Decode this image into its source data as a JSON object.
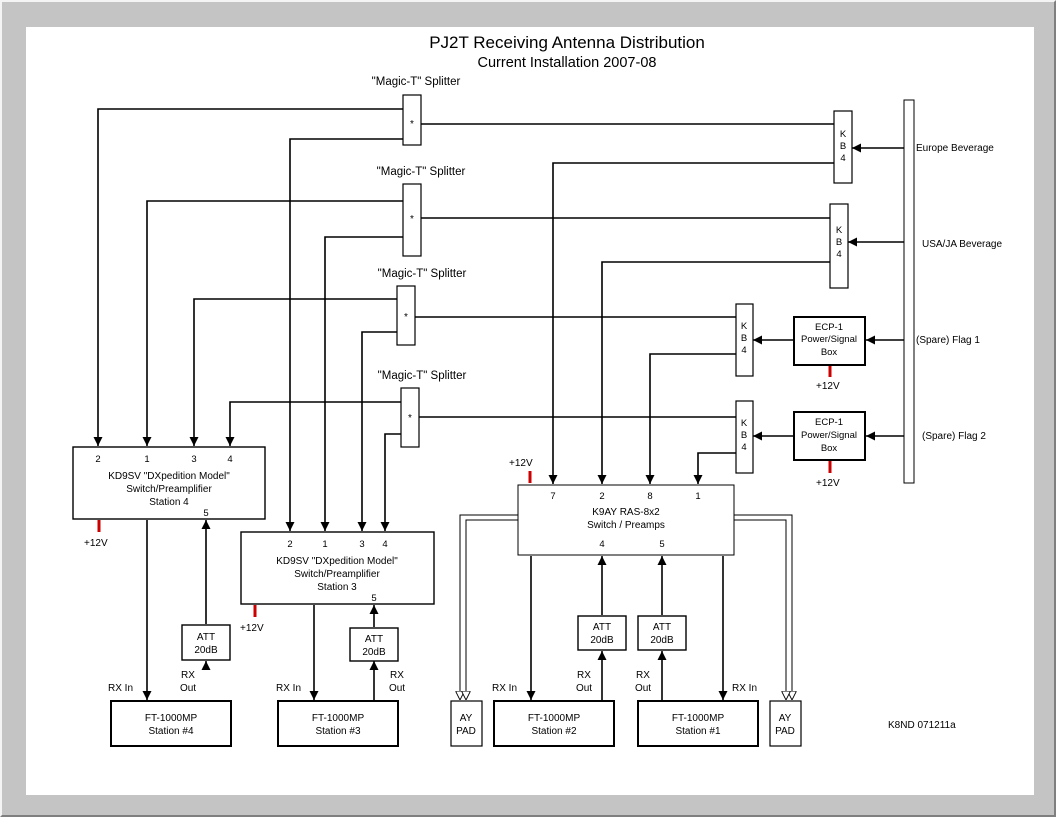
{
  "title": "PJ2T Receiving Antenna Distribution",
  "subtitle": "Current Installation 2007-08",
  "credit": "K8ND 071211a",
  "splitter": {
    "label": "\"Magic-T\" Splitter",
    "mark": "*"
  },
  "kb4": {
    "line1": "K",
    "line2": "B",
    "line3": "4"
  },
  "antennas": {
    "europe": "Europe Beverage",
    "usa_ja": "USA/JA Beverage",
    "flag1": "(Spare) Flag 1",
    "flag2": "(Spare) Flag 2"
  },
  "ecp": {
    "line1": "ECP-1",
    "line2": "Power/Signal",
    "line3": "Box"
  },
  "power": "+12V",
  "kd9sv": {
    "line1": "KD9SV \"DXpedition Model\"",
    "line2": "Switch/Preamplifier",
    "station4": "Station 4",
    "station3": "Station 3",
    "ports4": [
      "2",
      "1",
      "3",
      "4",
      "5"
    ],
    "ports3": [
      "2",
      "1",
      "3",
      "4",
      "5"
    ]
  },
  "k9ay": {
    "line1": "K9AY RAS-8x2",
    "line2": "Switch / Preamps",
    "ports": [
      "7",
      "2",
      "8",
      "1",
      "4",
      "5"
    ]
  },
  "att": {
    "line1": "ATT",
    "line2": "20dB"
  },
  "rx_in": "RX In",
  "rx_out": {
    "line1": "RX",
    "line2": "Out"
  },
  "radios": [
    {
      "model": "FT-1000MP",
      "station": "Station #4"
    },
    {
      "model": "FT-1000MP",
      "station": "Station #3"
    },
    {
      "model": "FT-1000MP",
      "station": "Station #2"
    },
    {
      "model": "FT-1000MP",
      "station": "Station #1"
    }
  ],
  "ay_pad": {
    "line1": "AY",
    "line2": "PAD"
  }
}
